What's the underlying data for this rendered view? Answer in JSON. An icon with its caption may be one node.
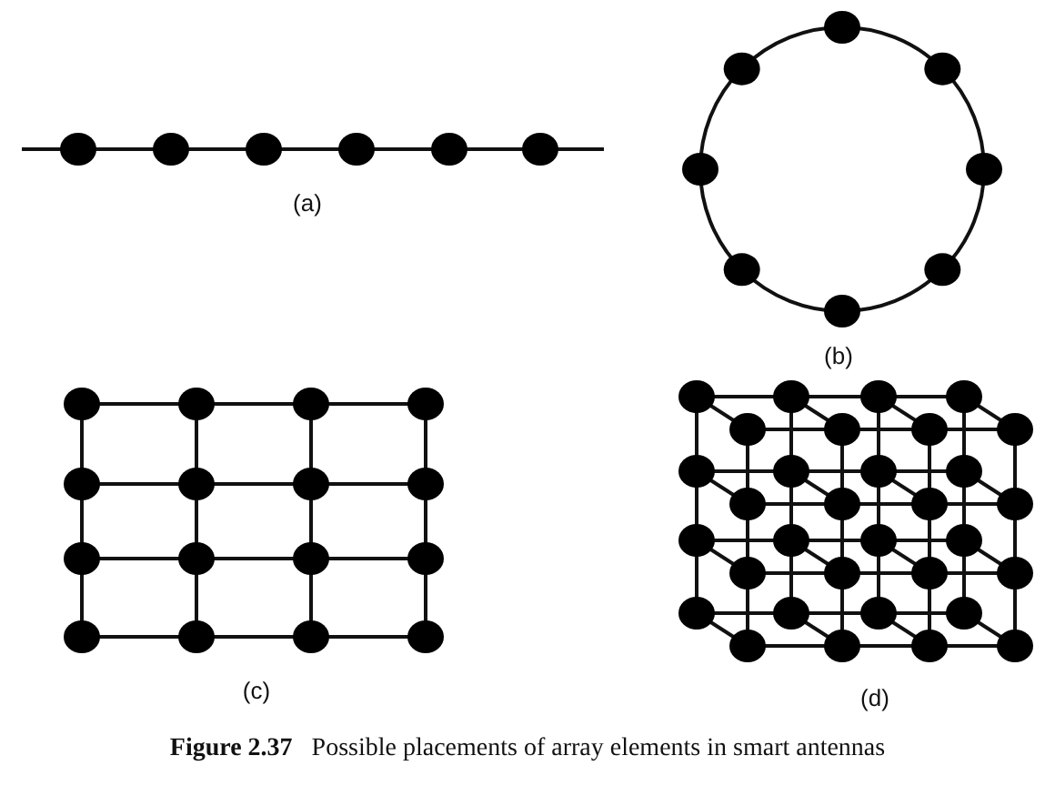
{
  "diagram": {
    "caption": "**Figure 2.37**   Possible placements of array elements in smart antennas",
    "labels": [
      "(a)",
      "(b)",
      "(c)",
      "(d)"
    ]
  }
}
